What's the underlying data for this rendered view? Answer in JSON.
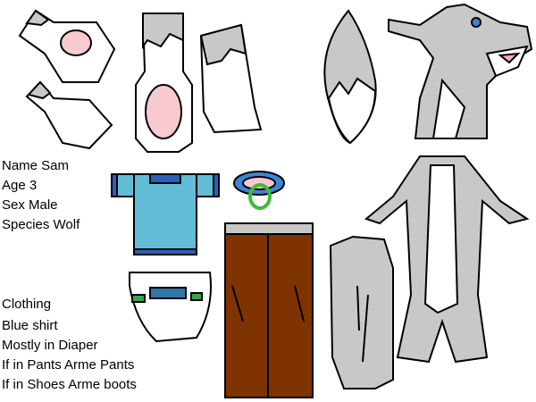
{
  "profile": {
    "name": "Name Sam",
    "age": "Age 3",
    "sex": "Sex Male",
    "species": "Species Wolf"
  },
  "clothing": {
    "heading": "Clothing",
    "shirt": "Blue shirt",
    "diaper": "Mostly in Diaper",
    "pants": "If in Pants Arme Pants",
    "shoes": "If in Shoes Arme boots"
  },
  "colors": {
    "fur": "#c8c8c8",
    "pad": "#f9c9d0",
    "shirt": "#63bcd6",
    "shirt_trim": "#2d5fb8",
    "pants": "#7f3300",
    "diaper_tab": "#3ea050",
    "diaper_band": "#2f78a8",
    "pacifier_ring": "#3dbb3d",
    "pacifier_shield": "#3a86d8"
  }
}
